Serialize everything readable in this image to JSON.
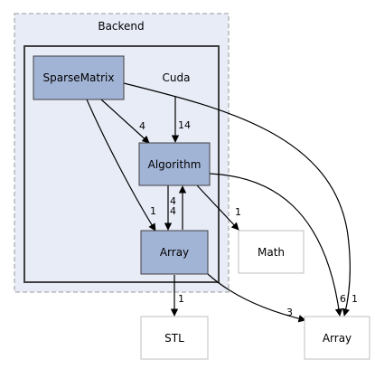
{
  "clusters": {
    "backend": {
      "label": "Backend"
    }
  },
  "nodes": {
    "sparse_matrix": {
      "label": "SparseMatrix"
    },
    "cuda": {
      "label": "Cuda"
    },
    "algorithm": {
      "label": "Algorithm"
    },
    "array_inner": {
      "label": "Array"
    },
    "math": {
      "label": "Math"
    },
    "stl": {
      "label": "STL"
    },
    "array_outer": {
      "label": "Array"
    }
  },
  "edges": {
    "sparse_to_algorithm": {
      "count": "4"
    },
    "cuda_to_algorithm": {
      "count": "14"
    },
    "sparse_to_array_inner": {
      "count": "1"
    },
    "algorithm_to_array_inner": {
      "count": "4"
    },
    "array_inner_to_algorithm": {
      "count": "4"
    },
    "algorithm_to_math": {
      "count": "1"
    },
    "array_inner_to_stl": {
      "count": "1"
    },
    "array_inner_to_array_outer": {
      "count": "3"
    },
    "algorithm_to_array_outer": {
      "count": "6"
    },
    "sparse_to_array_outer": {
      "count": "1"
    }
  },
  "colors": {
    "node_fill_inner": "#a2b4d6",
    "node_fill_outer": "#ffffff",
    "cluster_fill": "#e8ecf7",
    "cluster_dash": "#9a9a9a",
    "inner_border": "#404040",
    "edge": "#000000"
  }
}
